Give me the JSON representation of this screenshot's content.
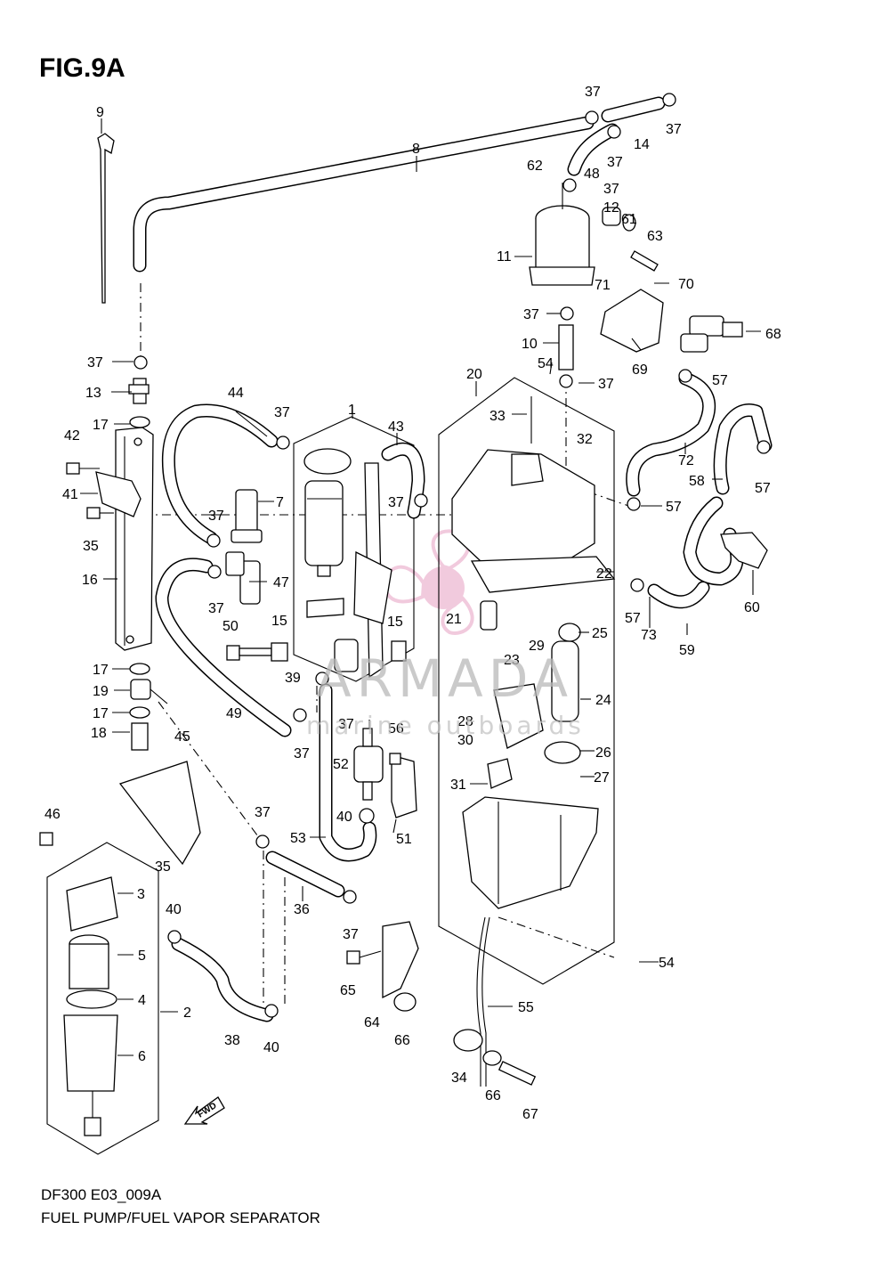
{
  "header": {
    "figure": "FIG.9A"
  },
  "footer": {
    "code": "DF300 E03_009A",
    "title": "FUEL PUMP/FUEL VAPOR SEPARATOR"
  },
  "watermark": {
    "brand": "ARMADA",
    "tagline": "marine outboards",
    "accent_color": "#e9a7c8"
  },
  "callouts": [
    {
      "id": "9",
      "text": "9"
    },
    {
      "id": "8",
      "text": "8"
    },
    {
      "id": "37a",
      "text": "37"
    },
    {
      "id": "37b",
      "text": "37"
    },
    {
      "id": "14",
      "text": "14"
    },
    {
      "id": "37c",
      "text": "37"
    },
    {
      "id": "48",
      "text": "48"
    },
    {
      "id": "62",
      "text": "62"
    },
    {
      "id": "37d",
      "text": "37"
    },
    {
      "id": "12",
      "text": "12"
    },
    {
      "id": "61",
      "text": "61"
    },
    {
      "id": "63",
      "text": "63"
    },
    {
      "id": "11",
      "text": "11"
    },
    {
      "id": "70",
      "text": "70"
    },
    {
      "id": "71",
      "text": "71"
    },
    {
      "id": "37e",
      "text": "37"
    },
    {
      "id": "68",
      "text": "68"
    },
    {
      "id": "10",
      "text": "10"
    },
    {
      "id": "69",
      "text": "69"
    },
    {
      "id": "54a",
      "text": "54"
    },
    {
      "id": "37f",
      "text": "37"
    },
    {
      "id": "57a",
      "text": "57"
    },
    {
      "id": "37g",
      "text": "37"
    },
    {
      "id": "13",
      "text": "13"
    },
    {
      "id": "20",
      "text": "20"
    },
    {
      "id": "44",
      "text": "44"
    },
    {
      "id": "37h",
      "text": "37"
    },
    {
      "id": "1",
      "text": "1"
    },
    {
      "id": "33",
      "text": "33"
    },
    {
      "id": "17a",
      "text": "17"
    },
    {
      "id": "43",
      "text": "43"
    },
    {
      "id": "42",
      "text": "42"
    },
    {
      "id": "32",
      "text": "32"
    },
    {
      "id": "72",
      "text": "72"
    },
    {
      "id": "58",
      "text": "58"
    },
    {
      "id": "57b",
      "text": "57"
    },
    {
      "id": "41",
      "text": "41"
    },
    {
      "id": "7",
      "text": "7"
    },
    {
      "id": "37i",
      "text": "37"
    },
    {
      "id": "37j",
      "text": "37"
    },
    {
      "id": "57c",
      "text": "57"
    },
    {
      "id": "35a",
      "text": "35"
    },
    {
      "id": "16",
      "text": "16"
    },
    {
      "id": "47",
      "text": "47"
    },
    {
      "id": "22",
      "text": "22"
    },
    {
      "id": "60",
      "text": "60"
    },
    {
      "id": "37k",
      "text": "37"
    },
    {
      "id": "57d",
      "text": "57"
    },
    {
      "id": "73",
      "text": "73"
    },
    {
      "id": "50",
      "text": "50"
    },
    {
      "id": "15a",
      "text": "15"
    },
    {
      "id": "15b",
      "text": "15"
    },
    {
      "id": "21",
      "text": "21"
    },
    {
      "id": "25",
      "text": "25"
    },
    {
      "id": "29",
      "text": "29"
    },
    {
      "id": "59",
      "text": "59"
    },
    {
      "id": "23",
      "text": "23"
    },
    {
      "id": "17b",
      "text": "17"
    },
    {
      "id": "39",
      "text": "39"
    },
    {
      "id": "19",
      "text": "19"
    },
    {
      "id": "24",
      "text": "24"
    },
    {
      "id": "49",
      "text": "49"
    },
    {
      "id": "17c",
      "text": "17"
    },
    {
      "id": "28",
      "text": "28"
    },
    {
      "id": "37l",
      "text": "37"
    },
    {
      "id": "56",
      "text": "56"
    },
    {
      "id": "18",
      "text": "18"
    },
    {
      "id": "30",
      "text": "30"
    },
    {
      "id": "45",
      "text": "45"
    },
    {
      "id": "37m",
      "text": "37"
    },
    {
      "id": "26",
      "text": "26"
    },
    {
      "id": "52",
      "text": "52"
    },
    {
      "id": "31",
      "text": "31"
    },
    {
      "id": "27",
      "text": "27"
    },
    {
      "id": "46",
      "text": "46"
    },
    {
      "id": "37n",
      "text": "37"
    },
    {
      "id": "40a",
      "text": "40"
    },
    {
      "id": "51",
      "text": "51"
    },
    {
      "id": "53",
      "text": "53"
    },
    {
      "id": "35b",
      "text": "35"
    },
    {
      "id": "3",
      "text": "3"
    },
    {
      "id": "36",
      "text": "36"
    },
    {
      "id": "40b",
      "text": "40"
    },
    {
      "id": "37o",
      "text": "37"
    },
    {
      "id": "5",
      "text": "5"
    },
    {
      "id": "54b",
      "text": "54"
    },
    {
      "id": "65",
      "text": "65"
    },
    {
      "id": "4",
      "text": "4"
    },
    {
      "id": "2",
      "text": "2"
    },
    {
      "id": "55",
      "text": "55"
    },
    {
      "id": "64",
      "text": "64"
    },
    {
      "id": "38",
      "text": "38"
    },
    {
      "id": "66a",
      "text": "66"
    },
    {
      "id": "6",
      "text": "6"
    },
    {
      "id": "40c",
      "text": "40"
    },
    {
      "id": "34",
      "text": "34"
    },
    {
      "id": "66b",
      "text": "66"
    },
    {
      "id": "67",
      "text": "67"
    },
    {
      "id": "fwd",
      "text": "FWD"
    }
  ]
}
